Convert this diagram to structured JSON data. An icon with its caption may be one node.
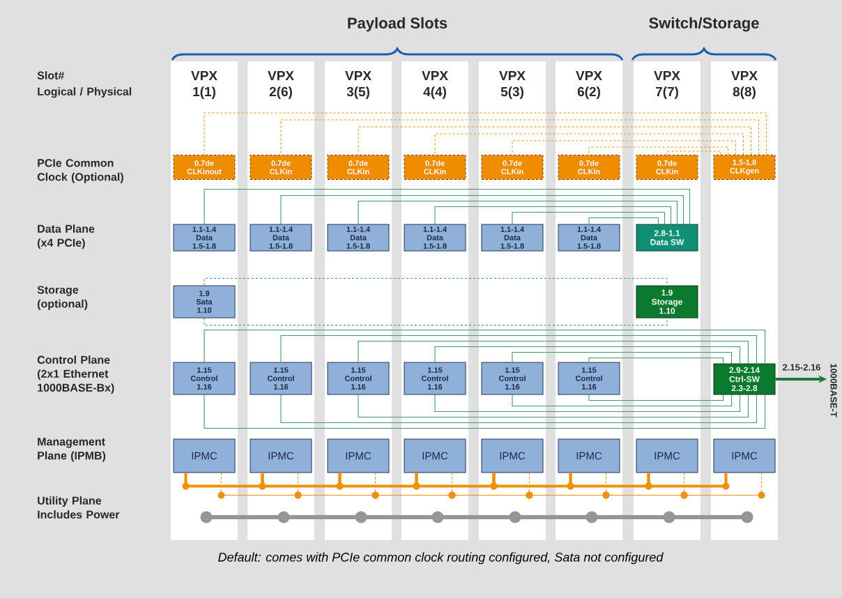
{
  "diagram": {
    "caption": "Default: comes with PCIe common clock routing  configured, Sata not configured",
    "nodes": [
      {
        "text": [
          "0.7de",
          "CLKinout"
        ]
      },
      {
        "text": [
          "0.7de",
          "CLKin"
        ]
      },
      {
        "text": [
          "0.7de",
          "CLKin"
        ]
      },
      {
        "text": [
          "0.7de",
          "CLKin"
        ]
      },
      {
        "text": [
          "0.7de",
          "CLKin"
        ]
      },
      {
        "text": [
          "0.7de",
          "CLKin"
        ]
      },
      {
        "text": [
          "0.7de",
          "CLKin"
        ]
      },
      {
        "text": [
          "1.5-1.8",
          "CLKgen"
        ]
      },
      {
        "text": [
          "1.1-1.4",
          "Data",
          "1.5-1.8"
        ]
      },
      {
        "text": [
          "1.1-1.4",
          "Data",
          "1.5-1.8"
        ]
      },
      {
        "text": [
          "1.1-1.4",
          "Data",
          "1.5-1.8"
        ]
      },
      {
        "text": [
          "1.1-1.4",
          "Data",
          "1.5-1.8"
        ]
      },
      {
        "text": [
          "1.1-1.4",
          "Data",
          "1.5-1.8"
        ]
      },
      {
        "text": [
          "1.1-1.4",
          "Data",
          "1.5-1.8"
        ]
      },
      {
        "text": [
          "2.8-1.1",
          "Data SW"
        ]
      },
      {
        "text": [
          "1.9",
          "Sata",
          "1.10"
        ]
      },
      {
        "text": [
          "1.9",
          "Storage",
          "1.10"
        ]
      },
      {
        "text": [
          "1.15",
          "Control",
          "1.16"
        ]
      },
      {
        "text": [
          "1.15",
          "Control",
          "1.16"
        ]
      },
      {
        "text": [
          "1.15",
          "Control",
          "1.16"
        ]
      },
      {
        "text": [
          "1.15",
          "Control",
          "1.16"
        ]
      },
      {
        "text": [
          "1.15",
          "Control",
          "1.16"
        ]
      },
      {
        "text": [
          "1.15",
          "Control",
          "1.16"
        ]
      },
      {
        "text": [
          "2.9-2.14",
          "Ctrl-SW",
          "2.3-2.8"
        ]
      },
      {
        "text": [
          "1000BASE-T"
        ]
      },
      {
        "text": [
          "IPMC"
        ]
      },
      {
        "text": [
          "IPMC"
        ]
      },
      {
        "text": [
          "IPMC"
        ]
      },
      {
        "text": [
          "IPMC"
        ]
      },
      {
        "text": [
          "IPMC"
        ]
      },
      {
        "text": [
          "IPMC"
        ]
      },
      {
        "text": [
          "IPMC"
        ]
      },
      {
        "text": [
          "IPMC"
        ]
      }
    ],
    "edges": [
      {
        "from": 7,
        "to": 0,
        "arrow": "none",
        "style": "dashed",
        "color": "#f0900a"
      },
      {
        "from": 7,
        "to": 1,
        "arrow": "none",
        "style": "dashed",
        "color": "#f0900a"
      },
      {
        "from": 7,
        "to": 2,
        "arrow": "none",
        "style": "dashed",
        "color": "#f0900a"
      },
      {
        "from": 7,
        "to": 3,
        "arrow": "none",
        "style": "dashed",
        "color": "#f0900a"
      },
      {
        "from": 7,
        "to": 4,
        "arrow": "none",
        "style": "dashed",
        "color": "#f0900a"
      },
      {
        "from": 7,
        "to": 5,
        "arrow": "none",
        "style": "dashed",
        "color": "#f0900a"
      },
      {
        "from": 7,
        "to": 6,
        "arrow": "none",
        "style": "dashed",
        "color": "#f0900a"
      },
      {
        "from": 8,
        "to": 14,
        "arrow": "none",
        "color": "#3f9a6b"
      },
      {
        "from": 9,
        "to": 14,
        "arrow": "none",
        "color": "#3f9a6b"
      },
      {
        "from": 10,
        "to": 14,
        "arrow": "none",
        "color": "#3f9a6b"
      },
      {
        "from": 11,
        "to": 14,
        "arrow": "none",
        "color": "#3f9a6b"
      },
      {
        "from": 12,
        "to": 14,
        "arrow": "none",
        "color": "#3f9a6b"
      },
      {
        "from": 13,
        "to": 14,
        "arrow": "none",
        "color": "#3f9a6b"
      },
      {
        "from": 15,
        "to": 16,
        "arrow": "none",
        "style": "dashed",
        "color": "#3f9a6b"
      },
      {
        "from": 17,
        "to": 23,
        "arrow": "none",
        "color": "#3f9a6b"
      },
      {
        "from": 17,
        "to": 23,
        "arrow": "none",
        "color": "#3f9a6b"
      },
      {
        "from": 18,
        "to": 23,
        "arrow": "none",
        "color": "#3f9a6b"
      },
      {
        "from": 18,
        "to": 23,
        "arrow": "none",
        "color": "#3f9a6b"
      },
      {
        "from": 19,
        "to": 23,
        "arrow": "none",
        "color": "#3f9a6b"
      },
      {
        "from": 19,
        "to": 23,
        "arrow": "none",
        "color": "#3f9a6b"
      },
      {
        "from": 20,
        "to": 23,
        "arrow": "none",
        "color": "#3f9a6b"
      },
      {
        "from": 20,
        "to": 23,
        "arrow": "none",
        "color": "#3f9a6b"
      },
      {
        "from": 21,
        "to": 23,
        "arrow": "none",
        "color": "#3f9a6b"
      },
      {
        "from": 21,
        "to": 23,
        "arrow": "none",
        "color": "#3f9a6b"
      },
      {
        "from": 22,
        "to": 23,
        "arrow": "none",
        "color": "#3f9a6b"
      },
      {
        "from": 22,
        "to": 23,
        "arrow": "none",
        "color": "#3f9a6b"
      },
      {
        "from": 23,
        "to": 24,
        "arrow": "to",
        "label": "2.15-2.16",
        "style": "thick",
        "color": "#1e7a3c"
      },
      {
        "from": 25,
        "to": 26,
        "arrow": "none",
        "style": "thick",
        "color": "#f0900a"
      },
      {
        "from": 26,
        "to": 27,
        "arrow": "none",
        "style": "thick",
        "color": "#f0900a"
      },
      {
        "from": 27,
        "to": 28,
        "arrow": "none",
        "style": "thick",
        "color": "#f0900a"
      },
      {
        "from": 28,
        "to": 29,
        "arrow": "none",
        "style": "thick",
        "color": "#f0900a"
      },
      {
        "from": 29,
        "to": 30,
        "arrow": "none",
        "style": "thick",
        "color": "#f0900a"
      },
      {
        "from": 30,
        "to": 31,
        "arrow": "none",
        "style": "thick",
        "color": "#f0900a"
      },
      {
        "from": 31,
        "to": 32,
        "arrow": "none",
        "style": "thick",
        "color": "#f0900a"
      },
      {
        "from": 25,
        "to": 26,
        "arrow": "none",
        "style": "dashed",
        "color": "#f0900a"
      },
      {
        "from": 26,
        "to": 27,
        "arrow": "none",
        "style": "dashed",
        "color": "#f0900a"
      },
      {
        "from": 27,
        "to": 28,
        "arrow": "none",
        "style": "dashed",
        "color": "#f0900a"
      },
      {
        "from": 28,
        "to": 29,
        "arrow": "none",
        "style": "dashed",
        "color": "#f0900a"
      },
      {
        "from": 29,
        "to": 30,
        "arrow": "none",
        "style": "dashed",
        "color": "#f0900a"
      },
      {
        "from": 30,
        "to": 31,
        "arrow": "none",
        "style": "dashed",
        "color": "#f0900a"
      },
      {
        "from": 31,
        "to": 32,
        "arrow": "none",
        "style": "dashed",
        "color": "#f0900a"
      }
    ],
    "labels": [
      "Payload Slots",
      "Switch/Storage",
      "Slot#",
      "Logical / Physical",
      "VPX 1(1)",
      "VPX 2(6)",
      "VPX 3(5)",
      "VPX 4(4)",
      "VPX 5(3)",
      "VPX 6(2)",
      "VPX 7(7)",
      "VPX 8(8)",
      "PCIe Common Clock (Optional)",
      "Data Plane (x4 PCIe)",
      "Storage (optional)",
      "Control Plane (2x1 Ethernet 1000BASE-Bx)",
      "Management Plane (IPMB)",
      "Utility Plane Includes Power"
    ]
  }
}
